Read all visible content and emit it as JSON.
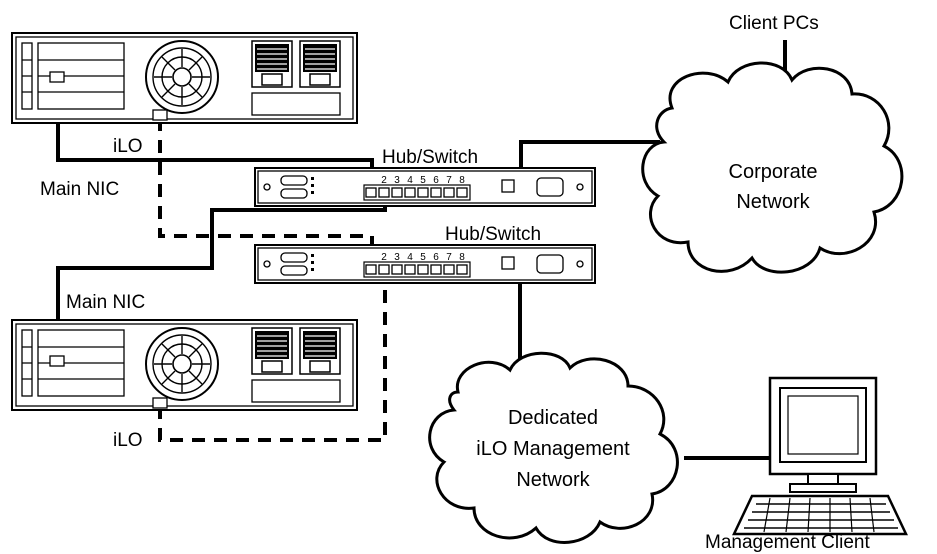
{
  "labels": {
    "client_pcs": "Client PCs",
    "ilo_top": "iLO",
    "main_nic_top": "Main NIC",
    "hub_switch_top": "Hub/Switch",
    "hub_switch_bottom": "Hub/Switch",
    "main_nic_bottom": "Main NIC",
    "ilo_bottom": "iLO",
    "corporate_network_line1": "Corporate",
    "corporate_network_line2": "Network",
    "mgmt_network_line1": "Dedicated",
    "mgmt_network_line2": "iLO Management",
    "mgmt_network_line3": "Network",
    "management_client": "Management Client"
  },
  "switch_port_numbers": [
    "2",
    "3",
    "4",
    "5",
    "6",
    "7",
    "8"
  ],
  "icons": [
    "server-icon",
    "switch-icon",
    "cloud-icon",
    "computer-icon",
    "keyboard-icon",
    "fan-icon",
    "power-supply-icon"
  ],
  "colors": {
    "line": "#000000",
    "background": "#ffffff"
  }
}
